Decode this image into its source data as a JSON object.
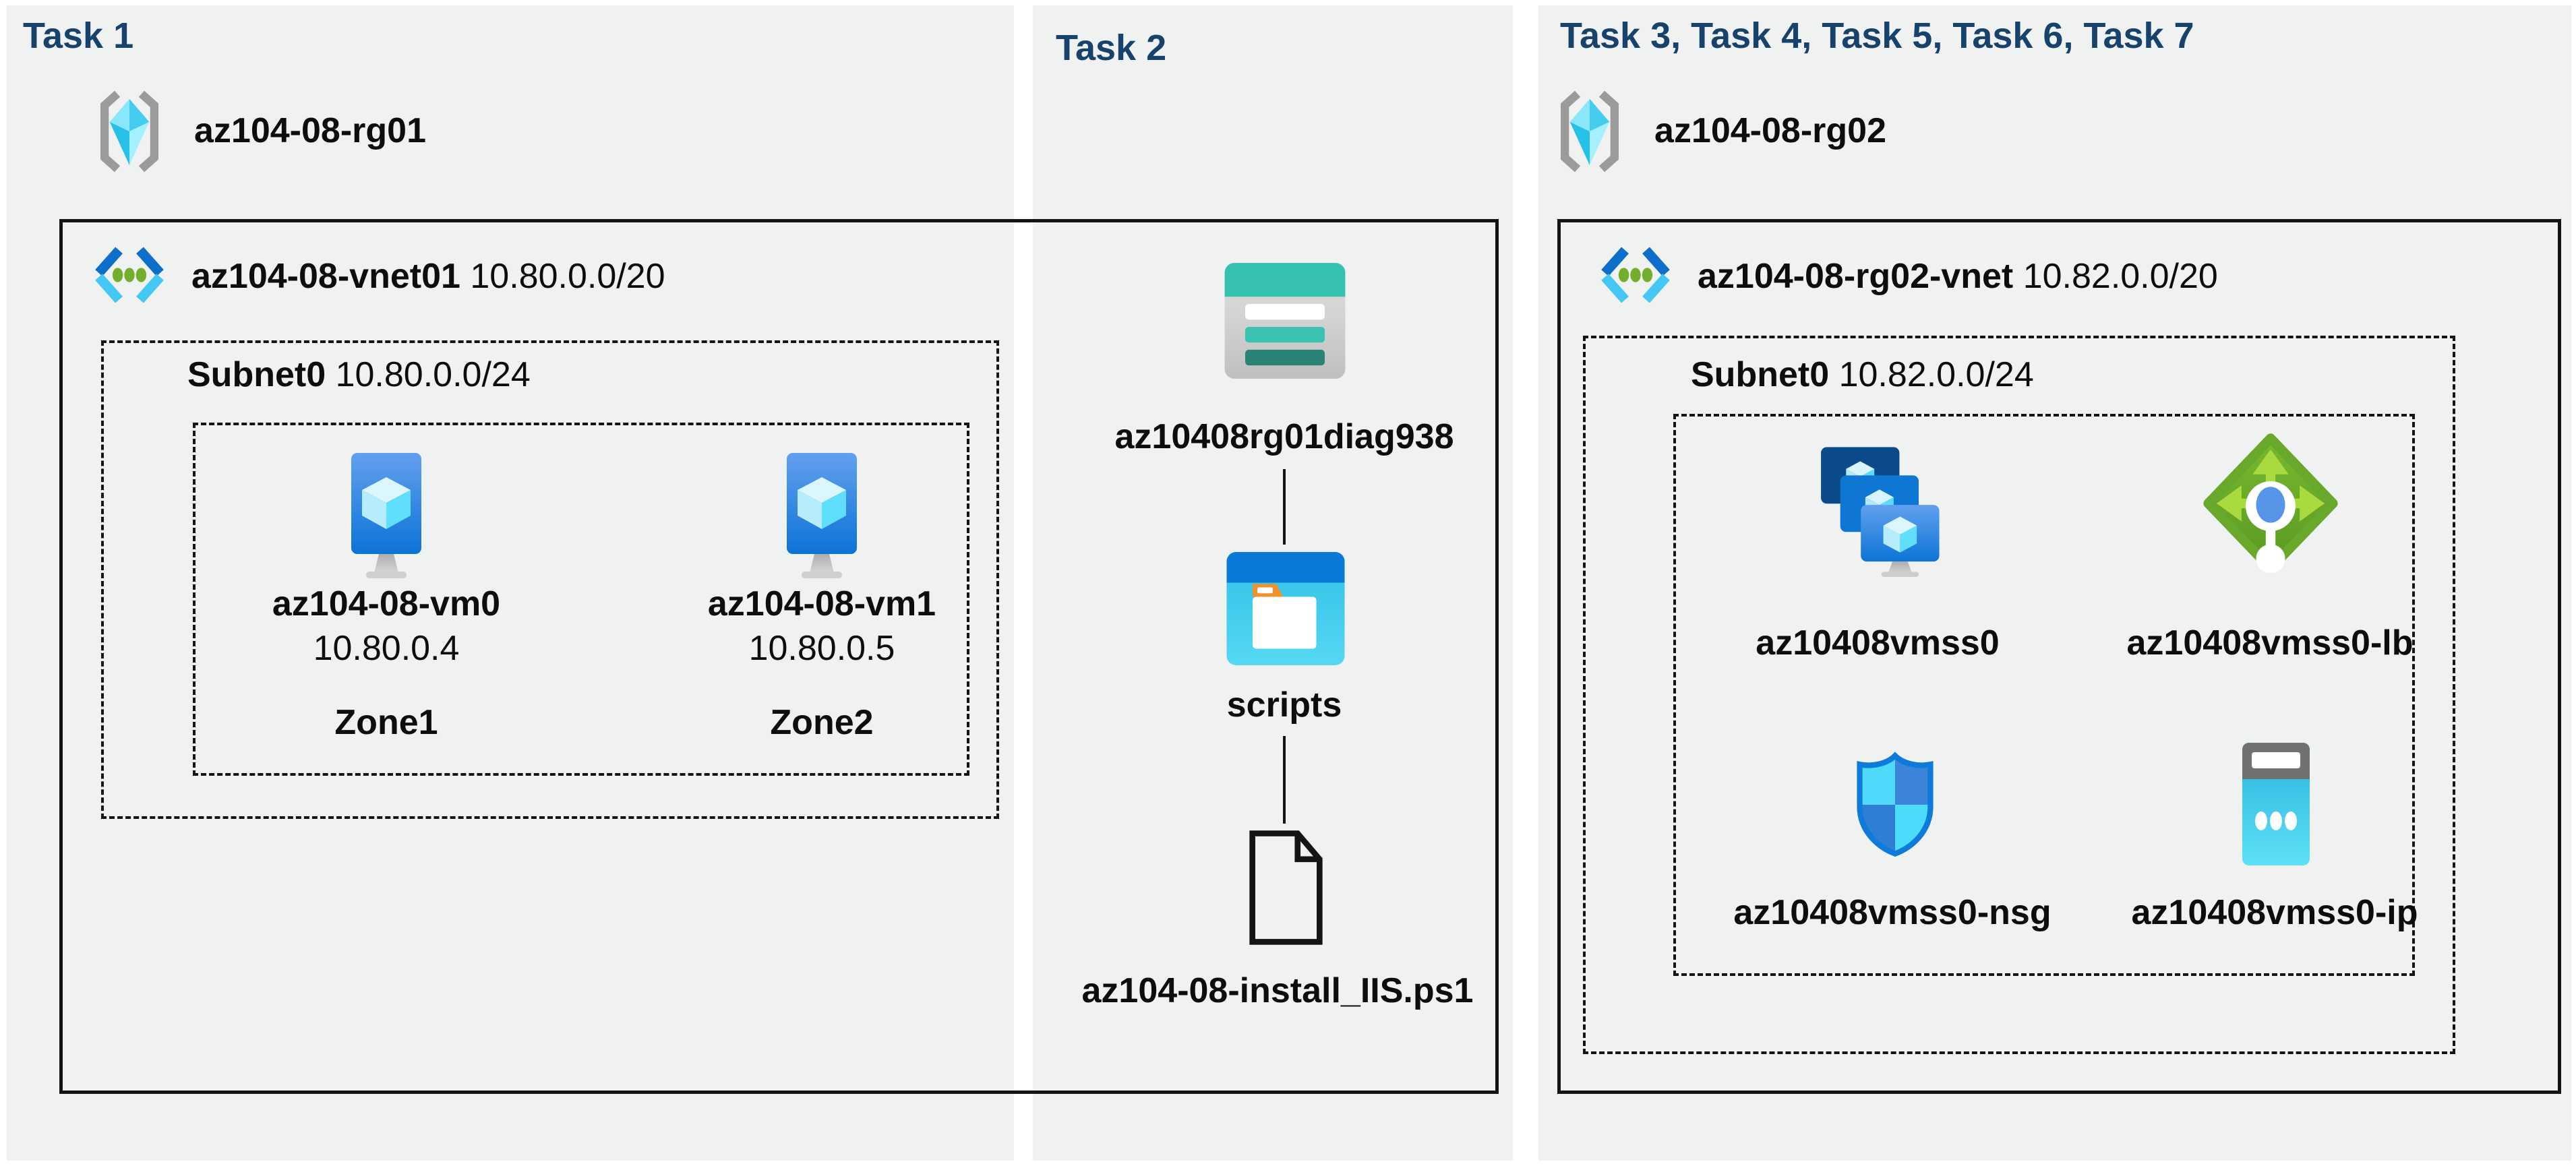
{
  "columns": {
    "task1": {
      "title": "Task 1",
      "resource_group": "az104-08-rg01",
      "vnet_name": "az104-08-vnet01",
      "vnet_cidr": "10.80.0.0/20",
      "subnet_name": "Subnet0",
      "subnet_cidr": "10.80.0.0/24",
      "vms": [
        {
          "name": "az104-08-vm0",
          "ip": "10.80.0.4",
          "zone": "Zone1"
        },
        {
          "name": "az104-08-vm1",
          "ip": "10.80.0.5",
          "zone": "Zone2"
        }
      ]
    },
    "task2": {
      "title": "Task 2",
      "storage_account": "az10408rg01diag938",
      "container": "scripts",
      "script_file": "az104-08-install_IIS.ps1"
    },
    "task3": {
      "title": "Task 3, Task 4, Task 5, Task 6, Task 7",
      "resource_group": "az104-08-rg02",
      "vnet_name": "az104-08-rg02-vnet",
      "vnet_cidr": "10.82.0.0/20",
      "subnet_name": "Subnet0",
      "subnet_cidr": "10.82.0.0/24",
      "resources": [
        {
          "name": "az10408vmss0",
          "icon": "vm-scale-set-icon"
        },
        {
          "name": "az10408vmss0-lb",
          "icon": "load-balancer-icon"
        },
        {
          "name": "az10408vmss0-nsg",
          "icon": "network-security-group-icon"
        },
        {
          "name": "az10408vmss0-ip",
          "icon": "public-ip-icon"
        }
      ]
    }
  },
  "colors": {
    "title_navy": "#17426b",
    "column_bg": "#f0f1f1",
    "border_black": "#141414",
    "azure_blue": "#0d76d6",
    "cyan": "#45c7f3",
    "storage_teal": "#35c1ae",
    "lb_green": "#68a82a",
    "lb_lime": "#aadb3e",
    "bracket_gray": "#9b9b9b"
  }
}
